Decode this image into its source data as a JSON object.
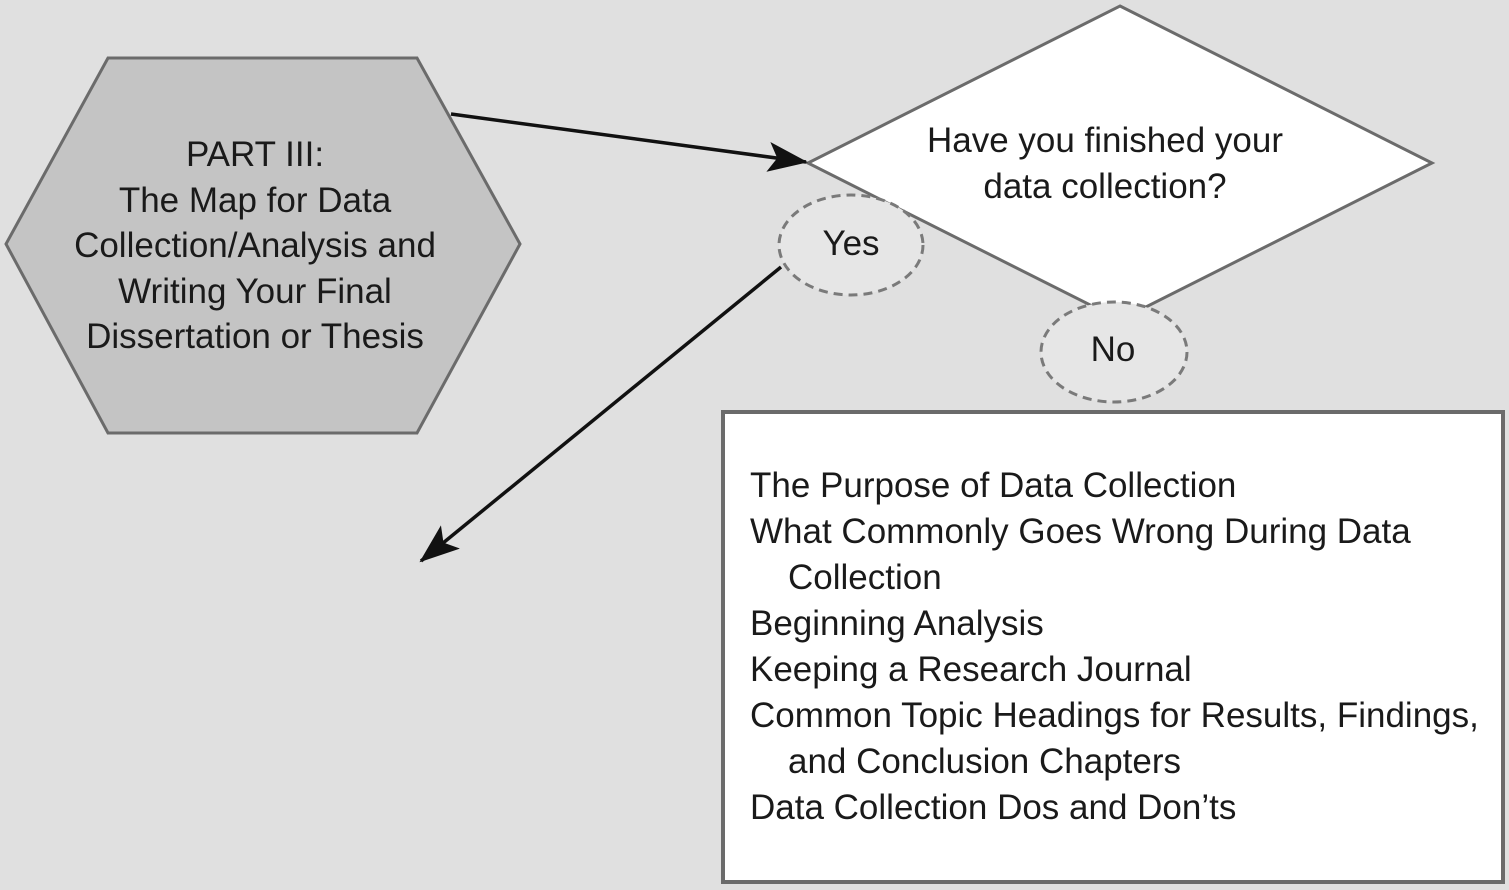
{
  "start_node": {
    "lines": [
      "PART III:",
      "The Map for Data",
      "Collection/Analysis and",
      "Writing Your Final",
      "Dissertation or Thesis"
    ]
  },
  "decision": {
    "lines": [
      "Have you finished your",
      "data collection?"
    ]
  },
  "branches": {
    "yes": "Yes",
    "no": "No"
  },
  "topics": [
    "The Purpose of Data Collection",
    "What Commonly Goes Wrong During Data Collection",
    "Beginning Analysis",
    "Keeping a Research Journal",
    "Common Topic Headings for Results, Findings, and Conclusion Chapters",
    "Data Collection Dos and Don’ts"
  ],
  "colors": {
    "background": "#e0e0e0",
    "hexagon_fill": "#c4c4c4",
    "outline": "#6b6b6b",
    "arrow": "#111111",
    "oval_fill": "#e6e6e6",
    "oval_border": "#7a7a7a",
    "box_fill": "#ffffff"
  }
}
